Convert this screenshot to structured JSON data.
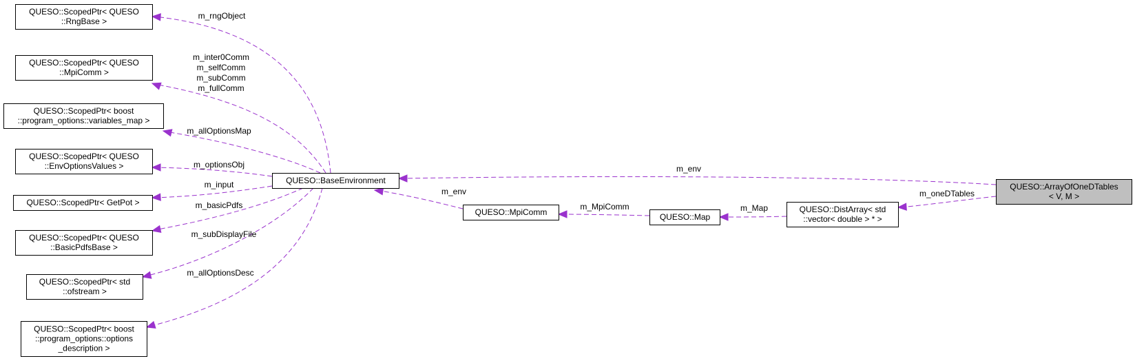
{
  "diagram": {
    "nodes": {
      "rng": [
        "QUESO::ScopedPtr< QUESO",
        "::RngBase >"
      ],
      "mpi": [
        "QUESO::ScopedPtr< QUESO",
        "::MpiComm >"
      ],
      "vmap": [
        "QUESO::ScopedPtr< boost",
        "::program_options::variables_map >"
      ],
      "env": [
        "QUESO::ScopedPtr< QUESO",
        "::EnvOptionsValues >"
      ],
      "gp": [
        "QUESO::ScopedPtr< GetPot >"
      ],
      "bpdf": [
        "QUESO::ScopedPtr< QUESO",
        "::BasicPdfsBase >"
      ],
      "ofs": [
        "QUESO::ScopedPtr< std",
        "::ofstream >"
      ],
      "opd": [
        "QUESO::ScopedPtr< boost",
        "::program_options::options",
        "_description >"
      ],
      "be": [
        "QUESO::BaseEnvironment"
      ],
      "mc": [
        "QUESO::MpiComm"
      ],
      "map": [
        "QUESO::Map"
      ],
      "da": [
        "QUESO::DistArray< std",
        "::vector< double > * >"
      ],
      "ao": [
        "QUESO::ArrayOfOneDTables",
        "< V, M >"
      ]
    },
    "edges": {
      "rng": [
        "m_rngObject"
      ],
      "mpi": [
        "m_inter0Comm",
        "m_selfComm",
        "m_subComm",
        "m_fullComm"
      ],
      "vmap": [
        "m_allOptionsMap"
      ],
      "env": [
        "m_optionsObj"
      ],
      "gp": [
        "m_input"
      ],
      "bpdf": [
        "m_basicPdfs"
      ],
      "ofs": [
        "m_subDisplayFile"
      ],
      "opd": [
        "m_allOptionsDesc"
      ],
      "be_env": [
        "m_env"
      ],
      "mc_env": [
        "m_env"
      ],
      "mpicomm": [
        "m_MpiComm"
      ],
      "map": [
        "m_Map"
      ],
      "onedt": [
        "m_oneDTables"
      ]
    },
    "colors": {
      "edge": "#9a32cd",
      "highlight_fill": "#bfbfbf",
      "box_stroke": "#000000"
    }
  }
}
